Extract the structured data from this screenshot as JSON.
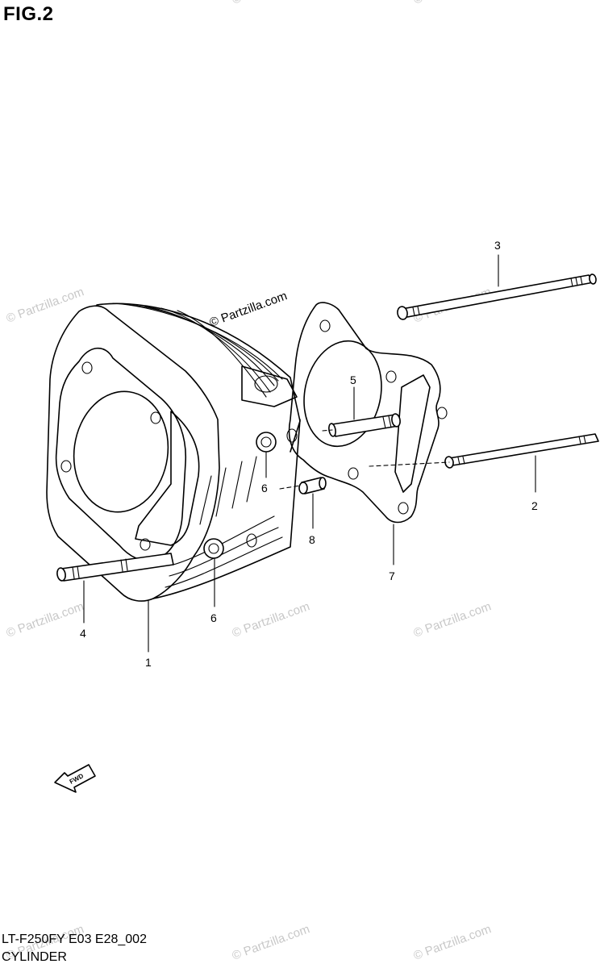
{
  "figure_label": "FIG.2",
  "copyright_main": "© Partzilla.com",
  "watermark_text": "© Partzilla.com",
  "callouts": {
    "c1": "1",
    "c2": "2",
    "c3": "3",
    "c4": "4",
    "c5": "5",
    "c6a": "6",
    "c6b": "6",
    "c7": "7",
    "c8": "8"
  },
  "fwd_arrow_label": "FWD",
  "footer": {
    "code": "LT-F250FY E03 E28_002",
    "name": "CYLINDER"
  },
  "colors": {
    "line": "#000000",
    "watermark": "#c8c8c8",
    "background": "#ffffff"
  }
}
